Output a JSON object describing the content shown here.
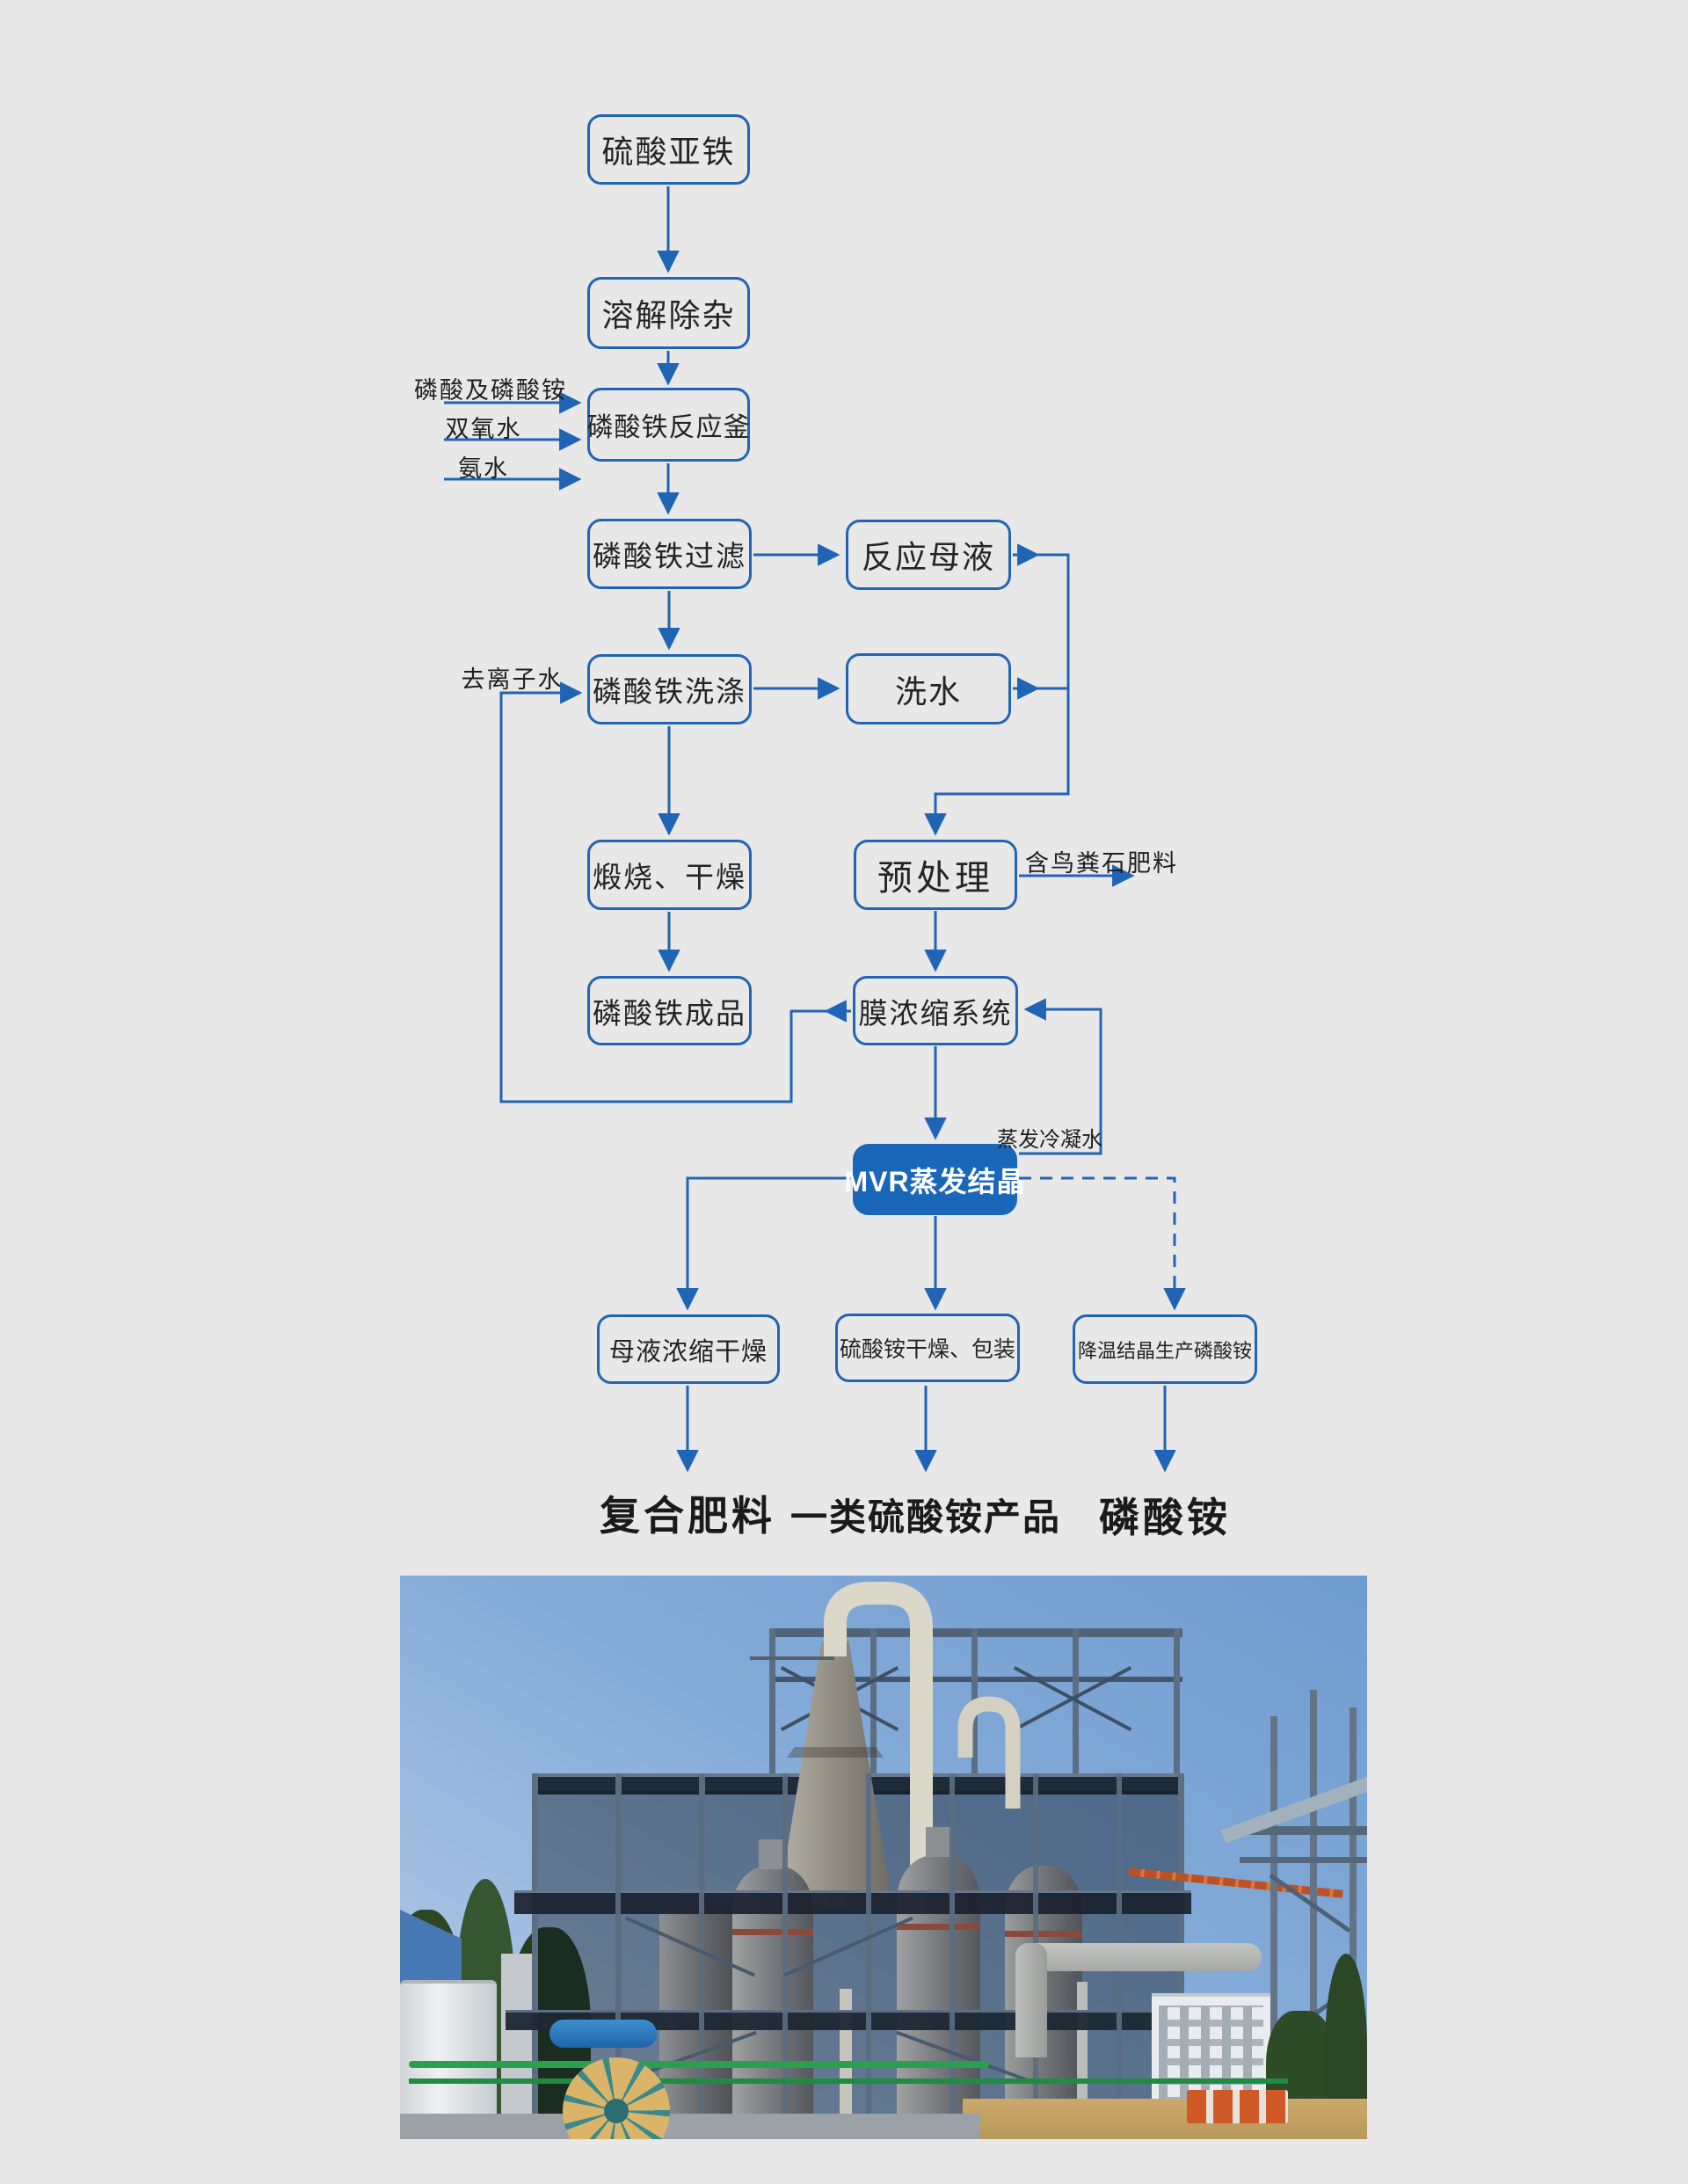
{
  "page": {
    "background": "#e8e8e8"
  },
  "colors": {
    "line_blue": "#2065b5",
    "mvr_fill": "#1a66b8",
    "box_fill": "#e8e8e8",
    "text_dark": "#222222"
  },
  "flowchart": {
    "nodes": [
      {
        "id": "ferrous-sulfate",
        "label": "硫酸亚铁"
      },
      {
        "id": "dissolve-impurity-removal",
        "label": "溶解除杂"
      },
      {
        "id": "iron-phosphate-reactor",
        "label": "磷酸铁反应釜"
      },
      {
        "id": "iron-phosphate-filtration",
        "label": "磷酸铁过滤"
      },
      {
        "id": "iron-phosphate-washing",
        "label": "磷酸铁洗涤"
      },
      {
        "id": "calcination-drying",
        "label": "煅烧、干燥"
      },
      {
        "id": "iron-phosphate-finished-product",
        "label": "磷酸铁成品"
      },
      {
        "id": "reaction-mother-liquor",
        "label": "反应母液"
      },
      {
        "id": "wash-water",
        "label": "洗水"
      },
      {
        "id": "pretreatment",
        "label": "预处理"
      },
      {
        "id": "membrane-concentration-system",
        "label": "膜浓缩系统"
      },
      {
        "id": "mvr-evaporation-crystallization",
        "label": "MVR蒸发结晶"
      },
      {
        "id": "mother-liquor-concentration-drying",
        "label": "母液浓缩干燥"
      },
      {
        "id": "ammonium-sulfate-drying-packaging",
        "label": "硫酸铵干燥、包装"
      },
      {
        "id": "cooling-crystallization-produce-ammonium-phosphate",
        "label": "降温结晶生产磷酸铵"
      }
    ],
    "annotations": [
      {
        "id": "phosphoric-acid-and-ammonium-phosphate-input",
        "label": "磷酸及磷酸铵"
      },
      {
        "id": "hydrogen-peroxide-input",
        "label": "双氧水"
      },
      {
        "id": "ammonia-water-input",
        "label": "氨水"
      },
      {
        "id": "deionized-water-input",
        "label": "去离子水"
      },
      {
        "id": "struvite-containing-fertilizer-output",
        "label": "含鸟粪石肥料"
      },
      {
        "id": "evaporation-condensate",
        "label": "蒸发冷凝水"
      }
    ],
    "products": [
      {
        "id": "compound-fertilizer",
        "label": "复合肥料"
      },
      {
        "id": "class-one-ammonium-sulfate-product",
        "label": "一类硫酸铵产品"
      },
      {
        "id": "ammonium-phosphate",
        "label": "磷酸铵"
      }
    ]
  }
}
